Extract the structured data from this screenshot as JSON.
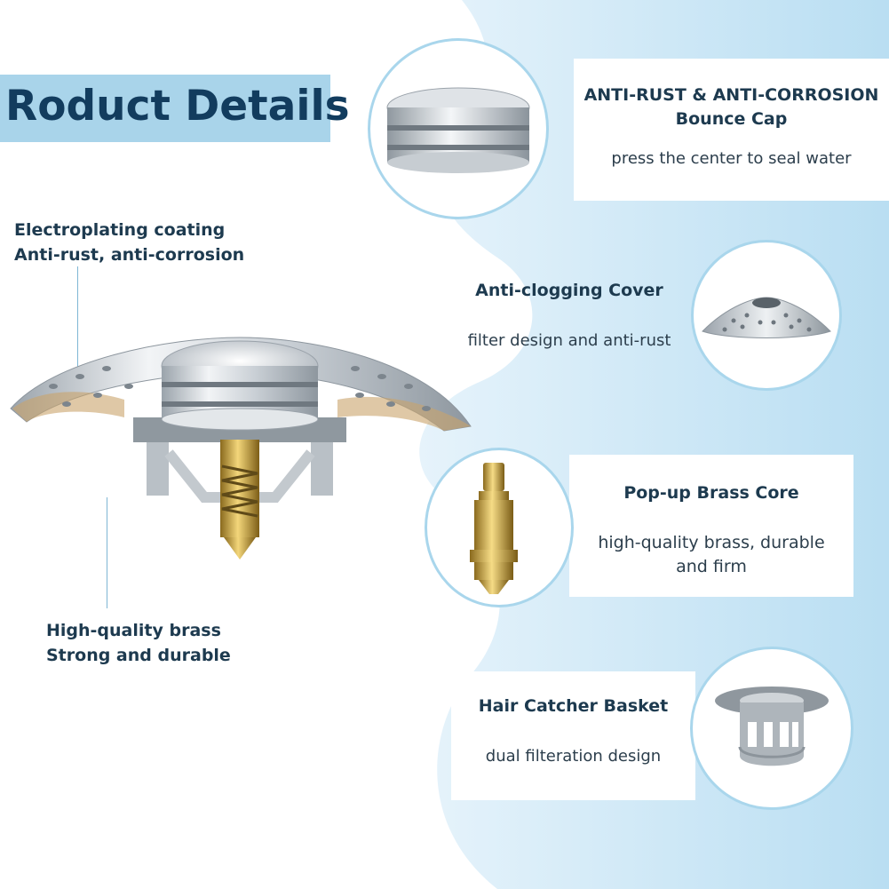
{
  "title": "Roduct Details",
  "callouts": {
    "coating": {
      "line1": "Electroplating coating",
      "line2": "Anti-rust, anti-corrosion"
    },
    "brass": {
      "line1": "High-quality brass",
      "line2": "Strong and durable"
    }
  },
  "features": [
    {
      "head1": "ANTI-RUST & ANTI-CORROSION",
      "head2": "Bounce Cap",
      "desc1": "press the center to seal water",
      "desc2": "",
      "icon": "bounce-cap-icon"
    },
    {
      "head1": "Anti-clogging Cover",
      "head2": "",
      "desc1": "filter design and anti-rust",
      "desc2": "",
      "icon": "anti-clogging-cover-icon"
    },
    {
      "head1": "Pop-up Brass Core",
      "head2": "",
      "desc1": "high-quality brass, durable",
      "desc2": "and firm",
      "icon": "brass-core-icon"
    },
    {
      "head1": "Hair Catcher Basket",
      "head2": "",
      "desc1": "dual filteration design",
      "desc2": "",
      "icon": "hair-catcher-basket-icon"
    }
  ],
  "colors": {
    "title_bg": "#a9d4ea",
    "title_text": "#123c5e",
    "wave": "#cfe8f6",
    "badge_border": "#a9d6ec",
    "text": "#1d3a4f"
  }
}
